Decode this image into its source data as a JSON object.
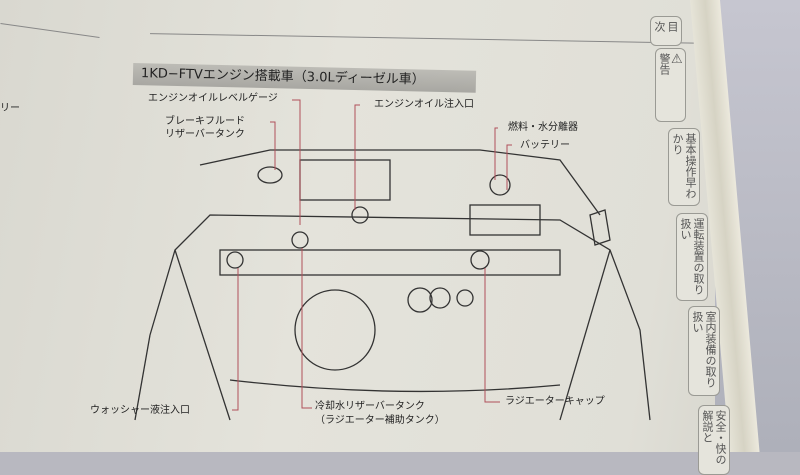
{
  "section_title": "1KD−FTVエンジン搭載車（3.0Lディーゼル車）",
  "left_page_fragment": "リー",
  "labels": {
    "oil_level_gauge": "エンジンオイルレベルゲージ",
    "brake_fluid_1": "ブレーキフルード",
    "brake_fluid_2": "リザーバータンク",
    "oil_filler": "エンジンオイル注入口",
    "fuel_water_separator": "燃料・水分離器",
    "battery": "バッテリー",
    "washer_filler": "ウォッシャー液注入口",
    "coolant_1": "冷却水リザーバータンク",
    "coolant_2": "（ラジエーター補助タンク）",
    "radiator_cap": "ラジエーターキャップ"
  },
  "tabs": [
    {
      "label": "目次"
    },
    {
      "label": "警告",
      "icon": "warning-triangle-icon"
    },
    {
      "label": "基本操作早わかり"
    },
    {
      "label": "運転装置の取り扱い"
    },
    {
      "label": "室内装備の取り扱い"
    },
    {
      "label": "安全・快の解説と"
    }
  ],
  "colors": {
    "leader": "#b0505a",
    "page": "#e2e1d9"
  }
}
